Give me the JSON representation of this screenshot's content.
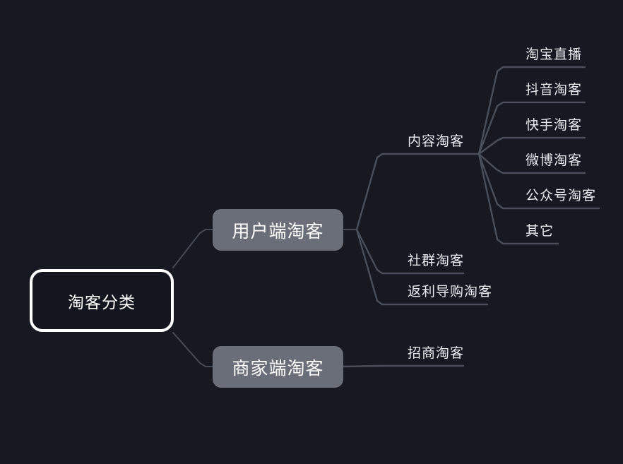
{
  "canvas": {
    "background_color": "#161822",
    "connector_color": "#444a56",
    "branch_node_fill": "#6a6e78",
    "root_border_color": "#ffffff",
    "text_color": "#e9ebef"
  },
  "mindmap": {
    "root": {
      "label": "淘客分类"
    },
    "branches": [
      {
        "label": "用户端淘客",
        "children": [
          {
            "label": "内容淘客",
            "children": [
              {
                "label": "淘宝直播"
              },
              {
                "label": "抖音淘客"
              },
              {
                "label": "快手淘客"
              },
              {
                "label": "微博淘客"
              },
              {
                "label": "公众号淘客"
              },
              {
                "label": "其它"
              }
            ]
          },
          {
            "label": "社群淘客",
            "children": []
          },
          {
            "label": "返利导购淘客",
            "children": []
          }
        ]
      },
      {
        "label": "商家端淘客",
        "children": [
          {
            "label": "招商淘客",
            "children": []
          }
        ]
      }
    ]
  }
}
